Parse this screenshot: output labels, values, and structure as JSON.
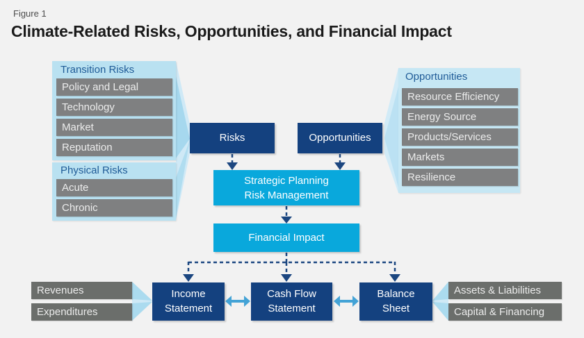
{
  "figure_label": "Figure 1",
  "title": "Climate-Related Risks, Opportunities, and Financial Impact",
  "left_panel": {
    "transition": {
      "header": "Transition Risks",
      "items": [
        "Policy and Legal",
        "Technology",
        "Market",
        "Reputation"
      ]
    },
    "physical": {
      "header": "Physical Risks",
      "items": [
        "Acute",
        "Chronic"
      ]
    }
  },
  "right_panel": {
    "header": "Opportunities",
    "items": [
      "Resource Efficiency",
      "Energy Source",
      "Products/Services",
      "Markets",
      "Resilience"
    ]
  },
  "flow": {
    "risks": "Risks",
    "opportunities": "Opportunities",
    "strategic": {
      "line1": "Strategic Planning",
      "line2": "Risk Management"
    },
    "financial": "Financial Impact"
  },
  "statements": {
    "income": {
      "line1": "Income",
      "line2": "Statement"
    },
    "cash_flow": {
      "line1": "Cash Flow",
      "line2": "Statement"
    },
    "balance": {
      "line1": "Balance",
      "line2": "Sheet"
    }
  },
  "financial_inputs": {
    "left": [
      "Revenues",
      "Expenditures"
    ],
    "right": [
      "Assets & Liabilities",
      "Capital & Financing"
    ]
  },
  "colors": {
    "background": "#f2f2f2",
    "navy_box": "#14417f",
    "cyan_box": "#09a8dc",
    "panel_blue_left": "#b9e1f1",
    "panel_blue_right": "#c6e7f4",
    "funnel_pale": "#cfe9f6",
    "funnel_mid": "#a6d8ee",
    "gray_bar_top": "#7f8081",
    "gray_bar_bottom": "#6b6e6b",
    "panel_header_text": "#1f5b97",
    "dashed_arrow": "#1b4680",
    "double_arrow": "#44a3d6",
    "title_text": "#1a1a1a",
    "figure_label_text": "#4d4d4d"
  }
}
